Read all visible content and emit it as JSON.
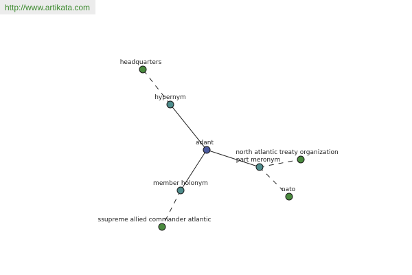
{
  "watermark": {
    "url": "http://www.artikata.com"
  },
  "colors": {
    "center": "#4b5a9e",
    "relation": "#4e8c8c",
    "leaf": "#4a8a3e",
    "watermark_text": "#3c8a2e"
  },
  "graph": {
    "center": {
      "label": "adant"
    },
    "relations": {
      "hypernym": {
        "label": "hypernym"
      },
      "member_holonym": {
        "label": "member holonym"
      },
      "part_meronym": {
        "label": "part meronym"
      }
    },
    "leaves": {
      "headquarters": {
        "label": "headquarters"
      },
      "ssupreme": {
        "label": "ssupreme allied commander atlantic"
      },
      "nato_full": {
        "label": "north atlantic treaty organization"
      },
      "nato": {
        "label": "nato"
      }
    }
  }
}
